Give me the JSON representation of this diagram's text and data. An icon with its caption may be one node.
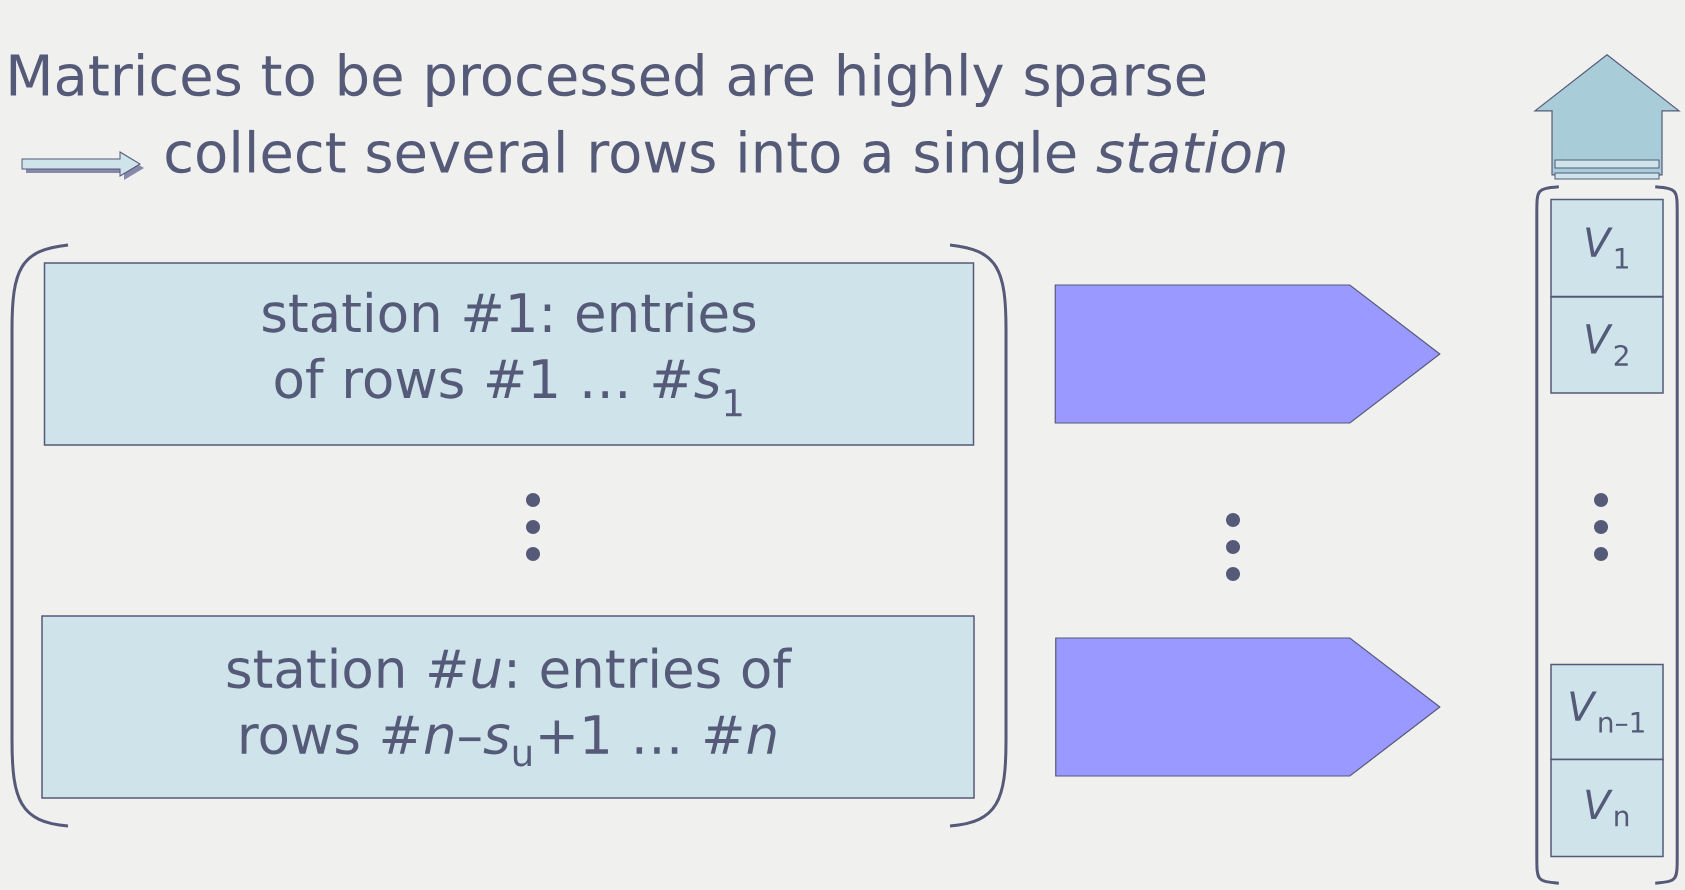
{
  "diagram": {
    "nodes": [
      {
        "text": [
          "station #1: entries of rows #1 … #*s*$_{1}$"
        ]
      },
      {
        "text": [
          "station #*u*: entries of rows #*n*–*s*$_{u}$+1 … #*n*"
        ]
      },
      {
        "text": [],
        "shape": "box"
      },
      {
        "text": [
          "*V*$_{1}$"
        ],
        "in": 2
      },
      {
        "text": [
          "*V*$_{2}$"
        ],
        "in": 2
      },
      {
        "text": [
          "*V*$_{n–1}$"
        ],
        "in": 2
      },
      {
        "text": [
          "*V*$_{n}$"
        ],
        "in": 2
      }
    ],
    "edges": [
      {
        "from": 0,
        "to": 2,
        "arrow": "to"
      },
      {
        "from": 1,
        "to": 2,
        "arrow": "to"
      },
      {
        "from": 2,
        "to": null,
        "arrow": "to",
        "color": "#a8ccd8"
      }
    ],
    "labels": [
      "Matrices to be processed are highly sparse",
      "collect several rows into a single *station*"
    ]
  }
}
